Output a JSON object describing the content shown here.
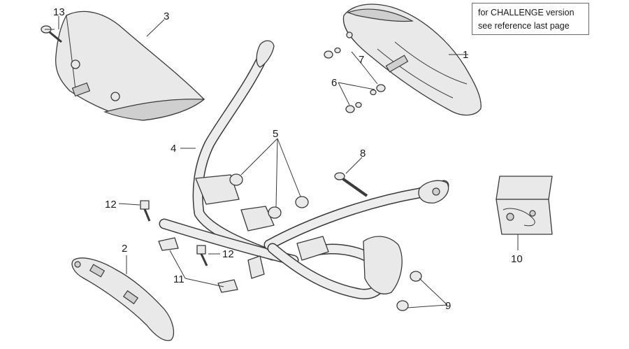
{
  "note": {
    "line1": "for CHALLENGE version",
    "line2": "see reference last page"
  },
  "callouts": {
    "p1": "1",
    "p2": "2",
    "p3": "3",
    "p4": "4",
    "p5": "5",
    "p6": "6",
    "p7": "7",
    "p8": "8",
    "p9": "9",
    "p10": "10",
    "p11": "11",
    "p12a": "12",
    "p12b": "12",
    "p13": "13"
  }
}
